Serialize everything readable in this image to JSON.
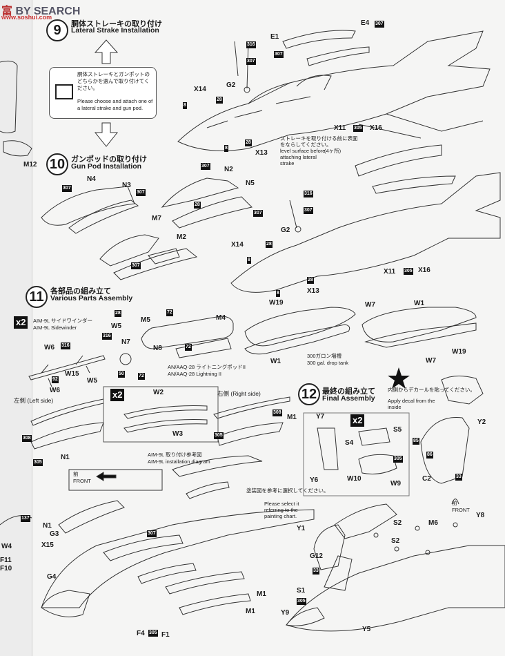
{
  "watermark": {
    "brand_a": "富 ",
    "brand_b": "BY SEARCH",
    "url": "www.soshui.com"
  },
  "step9": {
    "num": "9",
    "title_jp": "胴体ストレーキの取り付け",
    "title_en": "Lateral Strake Installation"
  },
  "choice_note": {
    "jp": "胴体ストレーキとガンポットのどちらかを選んで取り付けてください。",
    "en": "Please choose and attach one of a lateral strake and gun pod."
  },
  "step10": {
    "num": "10",
    "title_jp": "ガンポッドの取り付け",
    "title_en": "Gun Pod Installation"
  },
  "step11": {
    "num": "11",
    "title_jp": "各部品の組み立て",
    "title_en": "Various Parts Assembly"
  },
  "step12": {
    "num": "12",
    "title_jp": "最終の組み立て",
    "title_en": "Final Assembly"
  },
  "notes": {
    "strake_jp": "ストレーキを取り付ける前に表面をならしてください。",
    "strake_en": "level surface before attaching lateral strake",
    "strake_dim": "(4ヶ所)",
    "sidewinder_jp": "AIM-9L サイドワインダー",
    "sidewinder_en": "AIM-9L Sidewinder",
    "lightning_jp": "AN/AAQ-28 ライトニングポッドII",
    "lightning_en": "AN/AAQ-28 Lightning II",
    "droptank_jp": "300ガロン増槽",
    "droptank_en": "300 gal. drop tank",
    "left_side": "左側 (Left side)",
    "right_side": "右側 (Right side)",
    "aim9_diag_jp": "AIM-9L 取り付け参考図",
    "aim9_diag_en": "AIM-9L installation diagram",
    "front_jp": "前",
    "front_en": "FRONT",
    "paint_jp": "塗装図を参考に選択してください。",
    "paint_en": "Please select it referring to the painting chart.",
    "decal_jp": "内側からデカールを貼ってください。",
    "decal_en": "Apply decal from the inside"
  },
  "parts": {
    "E1": "E1",
    "E4": "E4",
    "G2": "G2",
    "X14": "X14",
    "X13": "X13",
    "X11": "X11",
    "X16": "X16",
    "N4": "N4",
    "N3": "N3",
    "N2": "N2",
    "N5": "N5",
    "M7": "M7",
    "M2": "M2",
    "M12": "M12",
    "W5": "W5",
    "W6": "W6",
    "W15": "W15",
    "N7": "N7",
    "N8": "N8",
    "M5": "M5",
    "M4": "M4",
    "W19": "W19",
    "W7": "W7",
    "W1": "W1",
    "W2": "W2",
    "W3": "W3",
    "M1": "M1",
    "N1": "N1",
    "Y7": "Y7",
    "Y6": "Y6",
    "S4": "S4",
    "S5": "S5",
    "W10": "W10",
    "W9": "W9",
    "Y2": "Y2",
    "C2": "C2",
    "Y8": "Y8",
    "M6": "M6",
    "S2": "S2",
    "Y1": "Y1",
    "G12": "G12",
    "S1": "S1",
    "Y9": "Y9",
    "Y5": "Y5",
    "G3": "G3",
    "X15": "X15",
    "G4": "G4",
    "F4": "F4",
    "F1": "F1",
    "W4": "W4",
    "F11": "F11",
    "F10": "F10"
  },
  "badges": {
    "b307": "307",
    "b316": "316",
    "b28": "28",
    "b8": "8",
    "b305": "305",
    "b72": "72",
    "b50": "50",
    "b92": "92",
    "b308": "308",
    "b33": "33",
    "b85": "85",
    "b86": "86",
    "b137": "137"
  },
  "multipliers": {
    "x2": "x2"
  }
}
